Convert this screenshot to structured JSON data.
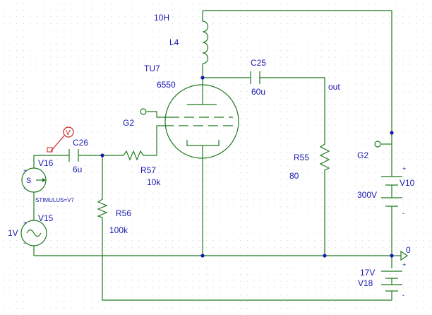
{
  "colors": {
    "wire": "#1f7a1f",
    "component": "#1f7a1f",
    "label": "#1a1ab0",
    "node": "#1a1ab0",
    "marker": "#cc2222",
    "grid": "#c8c8c8"
  },
  "components": {
    "L4": {
      "ref": "L4",
      "value": "10H"
    },
    "TU7": {
      "ref": "TU7",
      "value": "6550"
    },
    "C25": {
      "ref": "C25",
      "value": "60u"
    },
    "C26": {
      "ref": "C26",
      "value": "6u"
    },
    "R57": {
      "ref": "R57",
      "value": "10k"
    },
    "R56": {
      "ref": "R56",
      "value": "100k"
    },
    "R55": {
      "ref": "R55",
      "value": "80"
    },
    "V16": {
      "ref": "V16",
      "stimulus": "STIMULUS=V7",
      "symbol": "S"
    },
    "V15": {
      "ref": "V15",
      "value": "1V"
    },
    "V10": {
      "ref": "V10",
      "value": "300V"
    },
    "V18": {
      "ref": "V18",
      "value": "17V"
    }
  },
  "nets": {
    "g2_left": "G2",
    "g2_right": "G2",
    "out": "out",
    "ground": "0"
  },
  "probe": {
    "label": "V"
  },
  "polarity": {
    "plus": "+",
    "minus": "-"
  }
}
